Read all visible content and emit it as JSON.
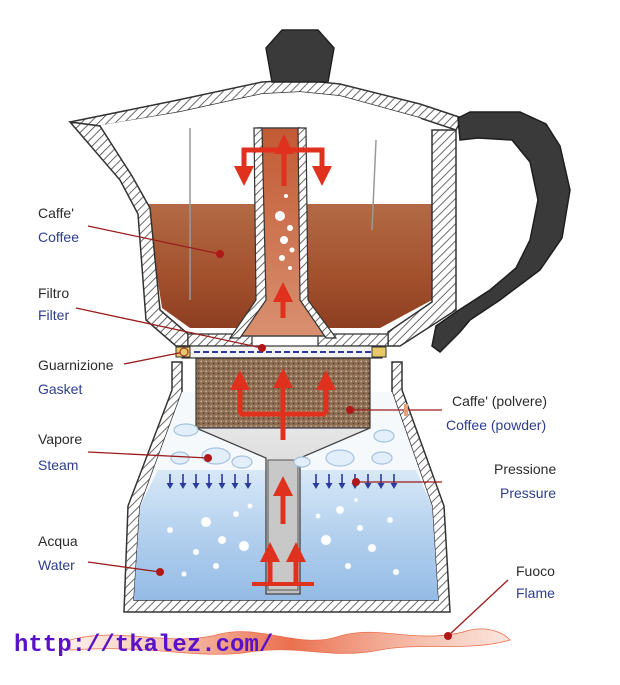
{
  "labels": {
    "coffee": {
      "it": "Caffe'",
      "en": "Coffee"
    },
    "filter": {
      "it": "Filtro",
      "en": "Filter"
    },
    "gasket": {
      "it": "Guarnizione",
      "en": "Gasket"
    },
    "steam": {
      "it": "Vapore",
      "en": "Steam"
    },
    "water": {
      "it": "Acqua",
      "en": "Water"
    },
    "powder": {
      "it": "Caffe' (polvere)",
      "en": "Coffee (powder)"
    },
    "pressure": {
      "it": "Pressione",
      "en": "Pressure"
    },
    "flame": {
      "it": "Fuoco",
      "en": "Flame"
    }
  },
  "watermark": "http://tkalez.com/",
  "colors": {
    "coffee": "#a95a32",
    "water": "#a9c8ea",
    "powder": "#8a6a4e",
    "handle": "#3a3a3a",
    "flow_arrow": "#e0301e",
    "pressure_arrow": "#2b3a9e",
    "leader": "#9b1c1c",
    "watermark": "#5a12c9"
  }
}
